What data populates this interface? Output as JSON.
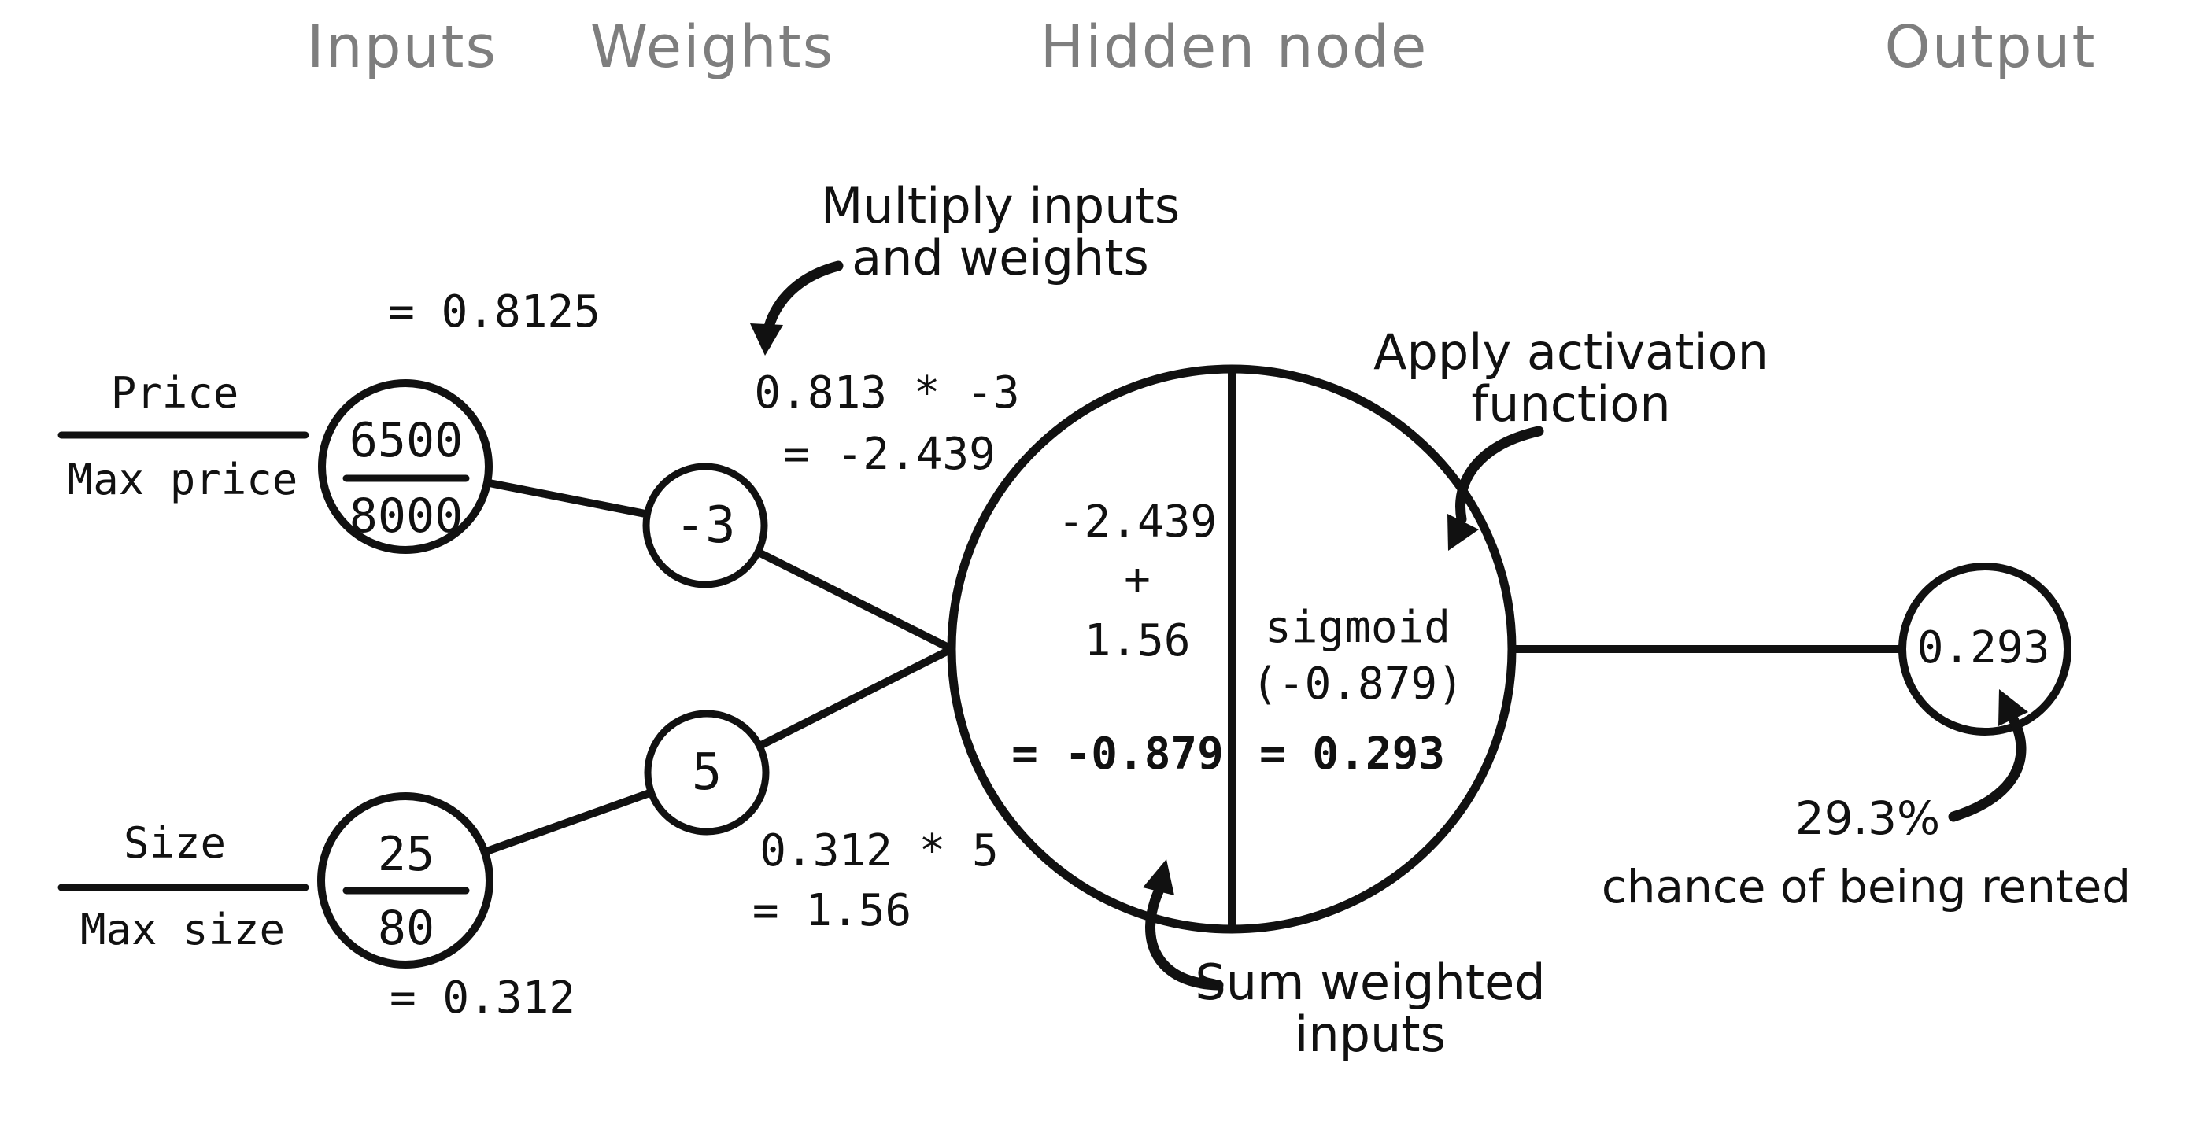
{
  "colors": {
    "ink": "#111111",
    "header_gray": "#7e7e7e",
    "background": "#ffffff"
  },
  "headers": {
    "inputs": "Inputs",
    "weights": "Weights",
    "hidden_node": "Hidden node",
    "output": "Output"
  },
  "inputs": {
    "price": {
      "label_numerator": "Price",
      "label_denominator": "Max price",
      "value_numerator": "6500",
      "value_denominator": "8000",
      "result": "= 0.8125"
    },
    "size": {
      "label_numerator": "Size",
      "label_denominator": "Max size",
      "value_numerator": "25",
      "value_denominator": "80",
      "result": "= 0.312"
    }
  },
  "weights": {
    "price_weight": "-3",
    "size_weight": "5"
  },
  "products": {
    "price": {
      "line1": "0.813 * -3",
      "line2": "= -2.439"
    },
    "size": {
      "line1": "0.312 * 5",
      "line2": "= 1.56"
    }
  },
  "hidden_node": {
    "sum": {
      "line1": "-2.439",
      "line2": "+",
      "line3": "1.56",
      "result": "= -0.879"
    },
    "activation": {
      "line1": "sigmoid",
      "line2": "(-0.879)",
      "result": "= 0.293"
    }
  },
  "output": {
    "value": "0.293",
    "percent": "29.3%",
    "caption": "chance of being rented"
  },
  "annotations": {
    "multiply": {
      "line1": "Multiply inputs",
      "line2": "and weights"
    },
    "activation": {
      "line1": "Apply activation",
      "line2": "function"
    },
    "sum": {
      "line1": "Sum weighted",
      "line2": "inputs"
    }
  }
}
